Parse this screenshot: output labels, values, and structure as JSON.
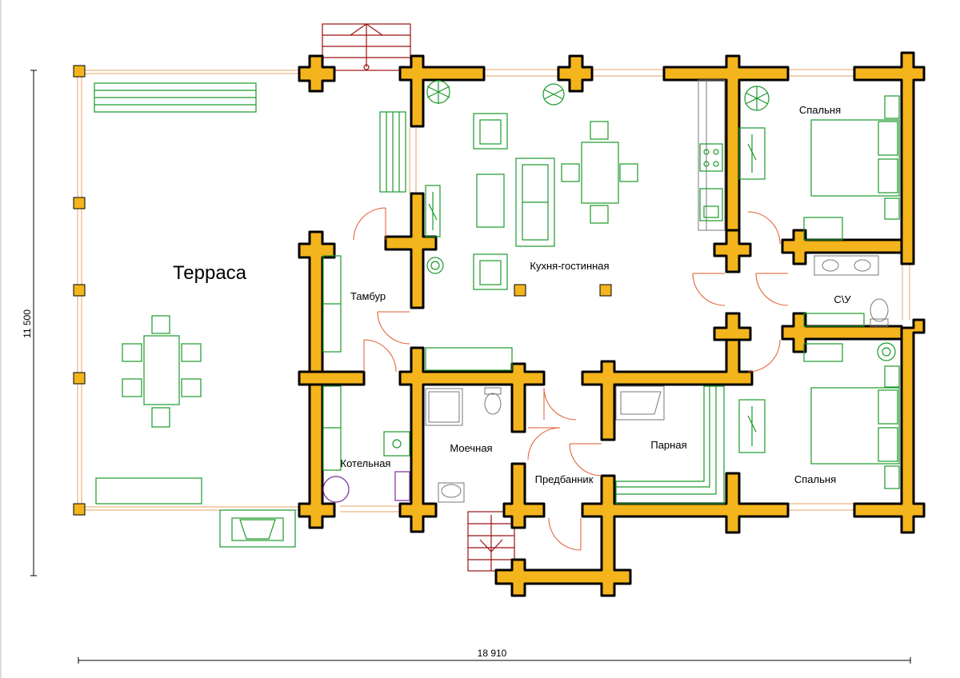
{
  "labels": {
    "terrace": "Терраса",
    "vestibule": "Тамбур",
    "kitchen_living": "Кухня-гостинная",
    "bedroom_top": "Спальня",
    "bathroom": "С\\У",
    "bedroom_bottom": "Спальня",
    "boiler_room": "Котельная",
    "washroom": "Моечная",
    "steam_room": "Парная",
    "dressing_room": "Предбанник"
  },
  "dimensions": {
    "width": "18 910",
    "height": "11 500"
  },
  "colors": {
    "wall": "#f4b41c",
    "wall_outline": "#000000",
    "furniture": "#1a9a2a",
    "door": "#e05a2a",
    "window": "#e8a060",
    "stairs": "#9a1010"
  }
}
